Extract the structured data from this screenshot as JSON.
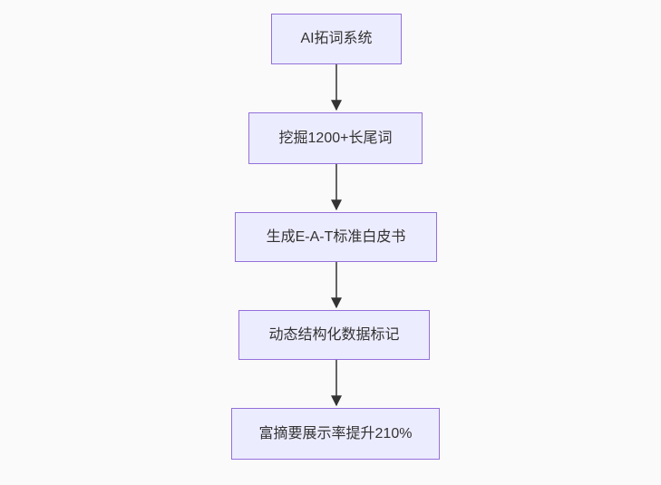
{
  "diagram": {
    "type": "flowchart",
    "direction": "top-down",
    "nodes": [
      {
        "id": "step-1",
        "label": "AI拓词系统"
      },
      {
        "id": "step-2",
        "label": "挖掘1200+长尾词"
      },
      {
        "id": "step-3",
        "label": "生成E-A-T标准白皮书"
      },
      {
        "id": "step-4",
        "label": "动态结构化数据标记"
      },
      {
        "id": "step-5",
        "label": "富摘要展示率提升210%"
      }
    ],
    "edges": [
      {
        "from": "step-1",
        "to": "step-2",
        "label": ""
      },
      {
        "from": "step-2",
        "to": "step-3",
        "label": ""
      },
      {
        "from": "step-3",
        "to": "step-4",
        "label": ""
      },
      {
        "from": "step-4",
        "to": "step-5",
        "label": ""
      }
    ]
  },
  "colors": {
    "canvas-bg": "#fafafa",
    "node-fill": "#ececff",
    "node-border": "#9370db",
    "node-text": "#333333",
    "edge-stroke": "#333333"
  }
}
